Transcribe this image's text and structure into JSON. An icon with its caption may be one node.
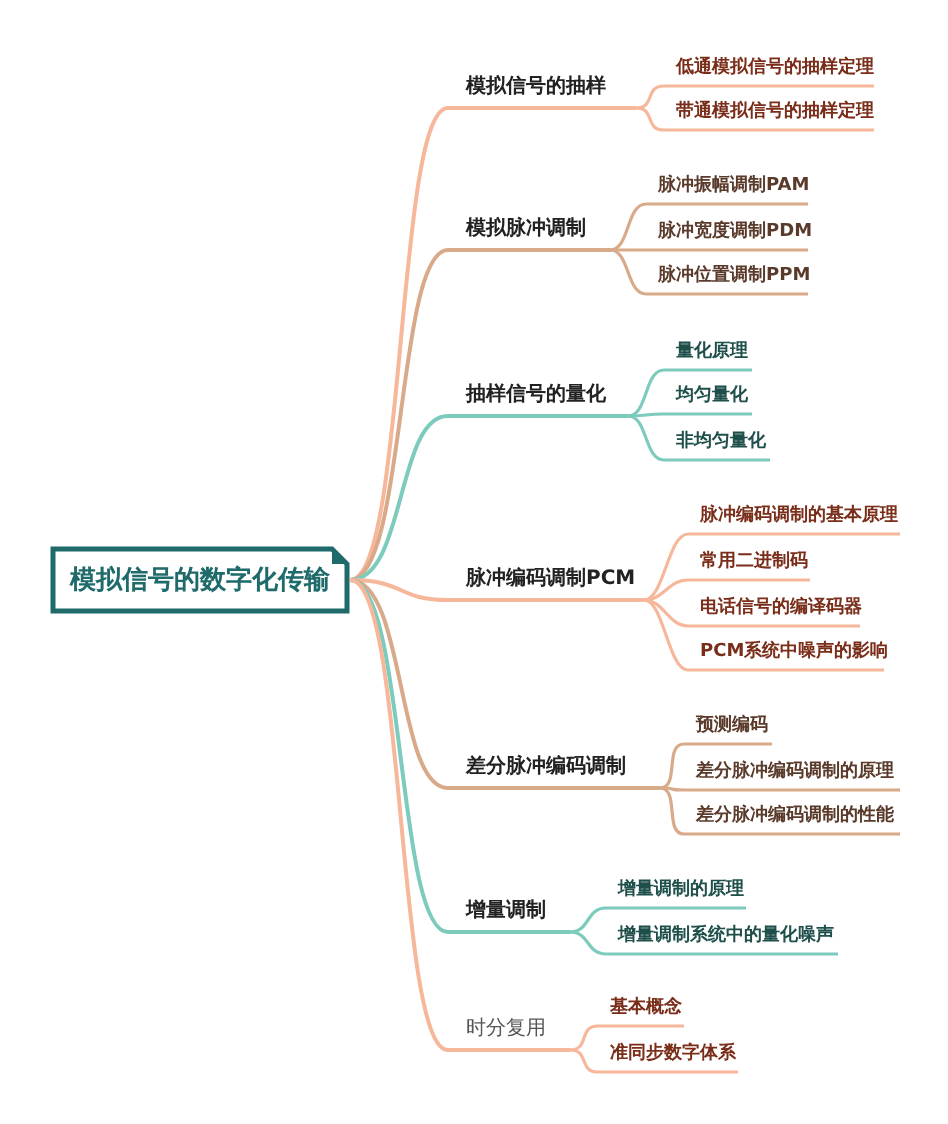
{
  "diagram": {
    "nodes": [
      {
        "text": [
          "模拟信号的数字化传输"
        ]
      },
      {
        "text": [
          "模拟信号的抽样"
        ]
      },
      {
        "text": [
          "低通模拟信号的抽样定理"
        ]
      },
      {
        "text": [
          "带通模拟信号的抽样定理"
        ]
      },
      {
        "text": [
          "模拟脉冲调制"
        ]
      },
      {
        "text": [
          "脉冲振幅调制PAM"
        ]
      },
      {
        "text": [
          "脉冲宽度调制PDM"
        ]
      },
      {
        "text": [
          "脉冲位置调制PPM"
        ]
      },
      {
        "text": [
          "抽样信号的量化"
        ]
      },
      {
        "text": [
          "量化原理"
        ]
      },
      {
        "text": [
          "均匀量化"
        ]
      },
      {
        "text": [
          "非均匀量化"
        ]
      },
      {
        "text": [
          "脉冲编码调制PCM"
        ]
      },
      {
        "text": [
          "脉冲编码调制的基本原理"
        ]
      },
      {
        "text": [
          "常用二进制码"
        ]
      },
      {
        "text": [
          "电话信号的编译码器"
        ]
      },
      {
        "text": [
          "PCM系统中噪声的影响"
        ]
      },
      {
        "text": [
          "差分脉冲编码调制"
        ]
      },
      {
        "text": [
          "预测编码"
        ]
      },
      {
        "text": [
          "差分脉冲编码调制的原理"
        ]
      },
      {
        "text": [
          "差分脉冲编码调制的性能"
        ]
      },
      {
        "text": [
          "增量调制"
        ]
      },
      {
        "text": [
          "增量调制的原理"
        ]
      },
      {
        "text": [
          "增量调制系统中的量化噪声"
        ]
      },
      {
        "text": [
          "时分复用"
        ]
      },
      {
        "text": [
          "基本概念"
        ]
      },
      {
        "text": [
          "准同步数字体系"
        ]
      }
    ],
    "edges": [
      {
        "from": 0,
        "to": 1,
        "arrow": "none"
      },
      {
        "from": 1,
        "to": 2,
        "arrow": "none"
      },
      {
        "from": 1,
        "to": 3,
        "arrow": "none"
      },
      {
        "from": 0,
        "to": 4,
        "arrow": "none",
        "color": "#d9aa8a"
      },
      {
        "from": 4,
        "to": 5,
        "arrow": "none",
        "color": "#d9aa8a"
      },
      {
        "from": 4,
        "to": 6,
        "arrow": "none",
        "color": "#d9aa8a"
      },
      {
        "from": 4,
        "to": 7,
        "arrow": "none",
        "color": "#d9aa8a"
      },
      {
        "from": 0,
        "to": 8,
        "arrow": "none",
        "color": "#7ccbbd"
      },
      {
        "from": 8,
        "to": 9,
        "arrow": "none",
        "color": "#7ccbbd"
      },
      {
        "from": 8,
        "to": 10,
        "arrow": "none",
        "color": "#7ccbbd"
      },
      {
        "from": 8,
        "to": 11,
        "arrow": "none",
        "color": "#7ccbbd"
      },
      {
        "from": 0,
        "to": 12,
        "arrow": "none"
      },
      {
        "from": 12,
        "to": 13,
        "arrow": "none"
      },
      {
        "from": 12,
        "to": 14,
        "arrow": "none"
      },
      {
        "from": 12,
        "to": 15,
        "arrow": "none"
      },
      {
        "from": 12,
        "to": 16,
        "arrow": "none"
      },
      {
        "from": 0,
        "to": 17,
        "arrow": "none",
        "color": "#d9aa8a"
      },
      {
        "from": 17,
        "to": 18,
        "arrow": "none",
        "color": "#d9aa8a"
      },
      {
        "from": 17,
        "to": 19,
        "arrow": "none",
        "color": "#d9aa8a"
      },
      {
        "from": 17,
        "to": 20,
        "arrow": "none",
        "color": "#d9aa8a"
      },
      {
        "from": 0,
        "to": 21,
        "arrow": "none",
        "color": "#7ccbbd"
      },
      {
        "from": 21,
        "to": 22,
        "arrow": "none",
        "color": "#7ccbbd"
      },
      {
        "from": 21,
        "to": 23,
        "arrow": "none",
        "color": "#7ccbbd"
      },
      {
        "from": 0,
        "to": 24,
        "arrow": "none"
      },
      {
        "from": 24,
        "to": 25,
        "arrow": "none"
      },
      {
        "from": 24,
        "to": 26,
        "arrow": "none"
      }
    ]
  }
}
